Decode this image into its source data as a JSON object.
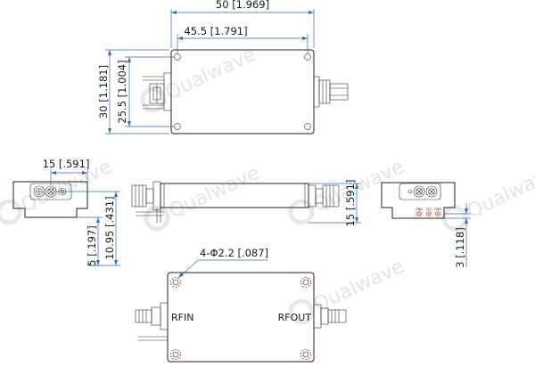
{
  "brand": {
    "watermark": "Qualwave"
  },
  "top_view": {
    "dim_total_length": "50 [1.969]",
    "dim_hole_spacing_x": "45.5 [1.791]",
    "dim_total_height": "30 [1.181]",
    "dim_hole_spacing_y": "25.5 [1.004]"
  },
  "left_view": {
    "dim_width": "15 [.591]",
    "dim_connector_height": "10.95 [.431]",
    "dim_base_offset": "5 [.197]"
  },
  "side_view": {
    "dim_height": "15 [.591]"
  },
  "right_view": {
    "dim_pin_offset": "3 [.118]",
    "pin_labels": [
      "GND",
      "VCC",
      "GND"
    ]
  },
  "bottom_view": {
    "hole_callout": "4-Φ2.2 [.087]",
    "port_in": "RFIN",
    "port_out": "RFOUT"
  }
}
